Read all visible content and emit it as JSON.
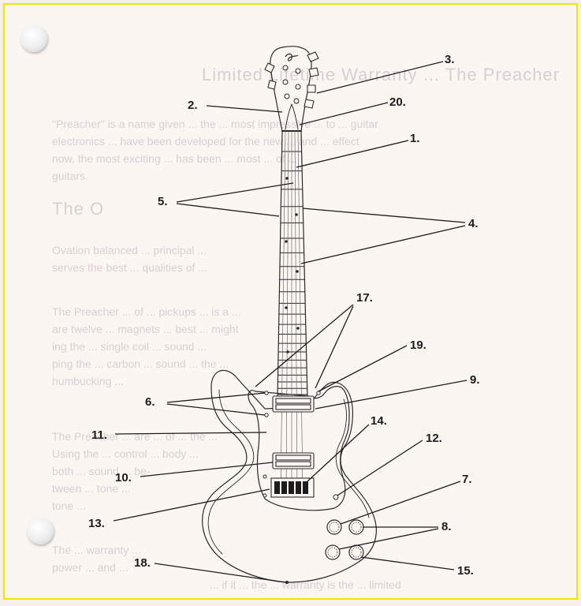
{
  "callouts": [
    {
      "id": "label-3",
      "text": "3."
    },
    {
      "id": "label-2",
      "text": "2."
    },
    {
      "id": "label-20",
      "text": "20."
    },
    {
      "id": "label-1",
      "text": "1."
    },
    {
      "id": "label-5",
      "text": "5."
    },
    {
      "id": "label-4",
      "text": "4."
    },
    {
      "id": "label-17",
      "text": "17."
    },
    {
      "id": "label-19",
      "text": "19."
    },
    {
      "id": "label-9",
      "text": "9."
    },
    {
      "id": "label-6",
      "text": "6."
    },
    {
      "id": "label-14",
      "text": "14."
    },
    {
      "id": "label-12",
      "text": "12."
    },
    {
      "id": "label-11",
      "text": "11."
    },
    {
      "id": "label-10",
      "text": "10."
    },
    {
      "id": "label-7",
      "text": "7."
    },
    {
      "id": "label-8",
      "text": "8."
    },
    {
      "id": "label-13",
      "text": "13."
    },
    {
      "id": "label-18",
      "text": "18."
    },
    {
      "id": "label-15",
      "text": "15."
    }
  ],
  "headstock_logo": "Ovation script logo",
  "colors": {
    "page_border": "#f4e400",
    "paper": "#fbf6f2",
    "ink": "#1c1c1c",
    "bleed_text": "#d9cfd2"
  }
}
